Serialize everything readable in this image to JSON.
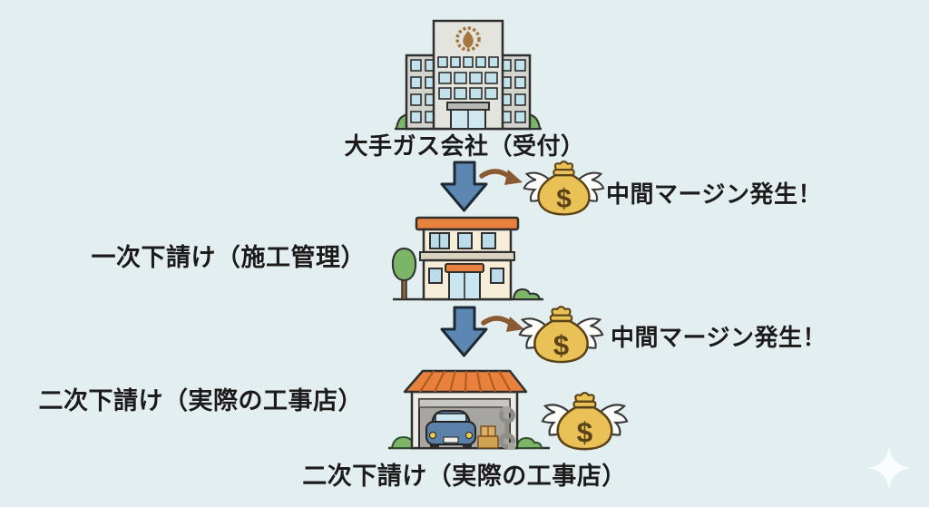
{
  "diagram": {
    "nodes": [
      {
        "id": "gas-company",
        "label": "大手ガス会社（受付）",
        "icon": "office-building-icon"
      },
      {
        "id": "first-subcontractor",
        "label": "一次下請け（施工管理）",
        "icon": "two-story-office-icon"
      },
      {
        "id": "second-subcontractor",
        "label": "二次下請け（実際の工事店）",
        "icon": "garage-icon"
      }
    ],
    "footer_caption": "二次下請け（実際の工事店）",
    "margin_notes": [
      {
        "label": "中間マージン発生！",
        "icon": "winged-money-bag-icon"
      },
      {
        "label": "中間マージン発生！",
        "icon": "winged-money-bag-icon"
      }
    ],
    "icons": {
      "flow_arrow": "down-arrow-icon",
      "payment_leak": "curved-arrow-icon",
      "money": "winged-money-bag-icon",
      "decoration": "sparkle-icon"
    }
  },
  "colors": {
    "background": "#e3eef0",
    "text": "#1b1b1b",
    "arrow_blue": "#5b87b2",
    "roof_orange": "#e8813d",
    "money_gold": "#e9c157",
    "foliage_green": "#7cb567",
    "leak_arrow_brown": "#8a5a32",
    "outline_dark": "#2f2f2f"
  }
}
